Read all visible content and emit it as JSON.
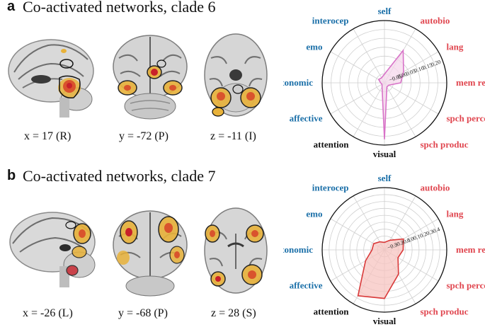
{
  "panels": [
    {
      "letter": "a",
      "title": "Co-activated networks, clade 6",
      "slices": [
        {
          "view": "sagittal",
          "label": "x = 17 (R)"
        },
        {
          "view": "coronal",
          "label": "y = -72 (P)"
        },
        {
          "view": "axial",
          "label": "z = -11 (I)"
        }
      ]
    },
    {
      "letter": "b",
      "title": "Co-activated networks, clade 7",
      "slices": [
        {
          "view": "sagittal",
          "label": "x = -26 (L)"
        },
        {
          "view": "coronal",
          "label": "y = -68 (P)"
        },
        {
          "view": "axial",
          "label": "z = 28 (S)"
        }
      ]
    }
  ],
  "colors": {
    "blue_category": "#1a6fa8",
    "red_category": "#e0464f",
    "black_category": "#111111",
    "radar_a_line": "#d872c8",
    "radar_a_fill": "#f6d8ec",
    "radar_b_line": "#d93a3a",
    "radar_b_fill": "#f7c4c0"
  },
  "chart_data": [
    {
      "type": "radar",
      "title": "",
      "categories": [
        {
          "label": "self",
          "group": "blue"
        },
        {
          "label": "autobio",
          "group": "red"
        },
        {
          "label": "lang",
          "group": "red"
        },
        {
          "label": "mem retriev",
          "group": "red"
        },
        {
          "label": "spch percep",
          "group": "red"
        },
        {
          "label": "spch produc",
          "group": "red"
        },
        {
          "label": "visual",
          "group": "black"
        },
        {
          "label": "attention",
          "group": "black"
        },
        {
          "label": "affective",
          "group": "blue"
        },
        {
          "label": "autonomic",
          "group": "blue"
        },
        {
          "label": "emo",
          "group": "blue"
        },
        {
          "label": "interocep",
          "group": "blue"
        }
      ],
      "rticks": [
        "−0.05",
        "0.00",
        "0.05",
        "0.10",
        "0.15",
        "0.20"
      ],
      "rlim": [
        -0.075,
        0.25
      ],
      "grid": true,
      "series": [
        {
          "values": [
            -0.03,
            0.12,
            0.04,
            0.01,
            -0.05,
            -0.05,
            0.22,
            -0.05,
            -0.06,
            -0.055,
            -0.04,
            -0.045
          ]
        }
      ]
    },
    {
      "type": "radar",
      "title": "",
      "categories": [
        {
          "label": "self",
          "group": "blue"
        },
        {
          "label": "autobio",
          "group": "red"
        },
        {
          "label": "lang",
          "group": "red"
        },
        {
          "label": "mem retriev",
          "group": "red"
        },
        {
          "label": "spch percep",
          "group": "red"
        },
        {
          "label": "spch produc",
          "group": "red"
        },
        {
          "label": "visual",
          "group": "black"
        },
        {
          "label": "attention",
          "group": "black"
        },
        {
          "label": "affective",
          "group": "blue"
        },
        {
          "label": "autonomic",
          "group": "blue"
        },
        {
          "label": "emo",
          "group": "blue"
        },
        {
          "label": "interocep",
          "group": "blue"
        }
      ],
      "rticks": [
        "−0.3",
        "−0.2",
        "−0.1",
        "0.0",
        "0.1",
        "0.2",
        "0.3",
        "0.4"
      ],
      "rlim": [
        -0.4,
        0.6
      ],
      "grid": true,
      "series": [
        {
          "values": [
            -0.28,
            -0.22,
            -0.05,
            -0.1,
            -0.15,
            0.05,
            0.38,
            0.45,
            -0.05,
            -0.2,
            -0.2,
            -0.25
          ]
        }
      ]
    }
  ]
}
